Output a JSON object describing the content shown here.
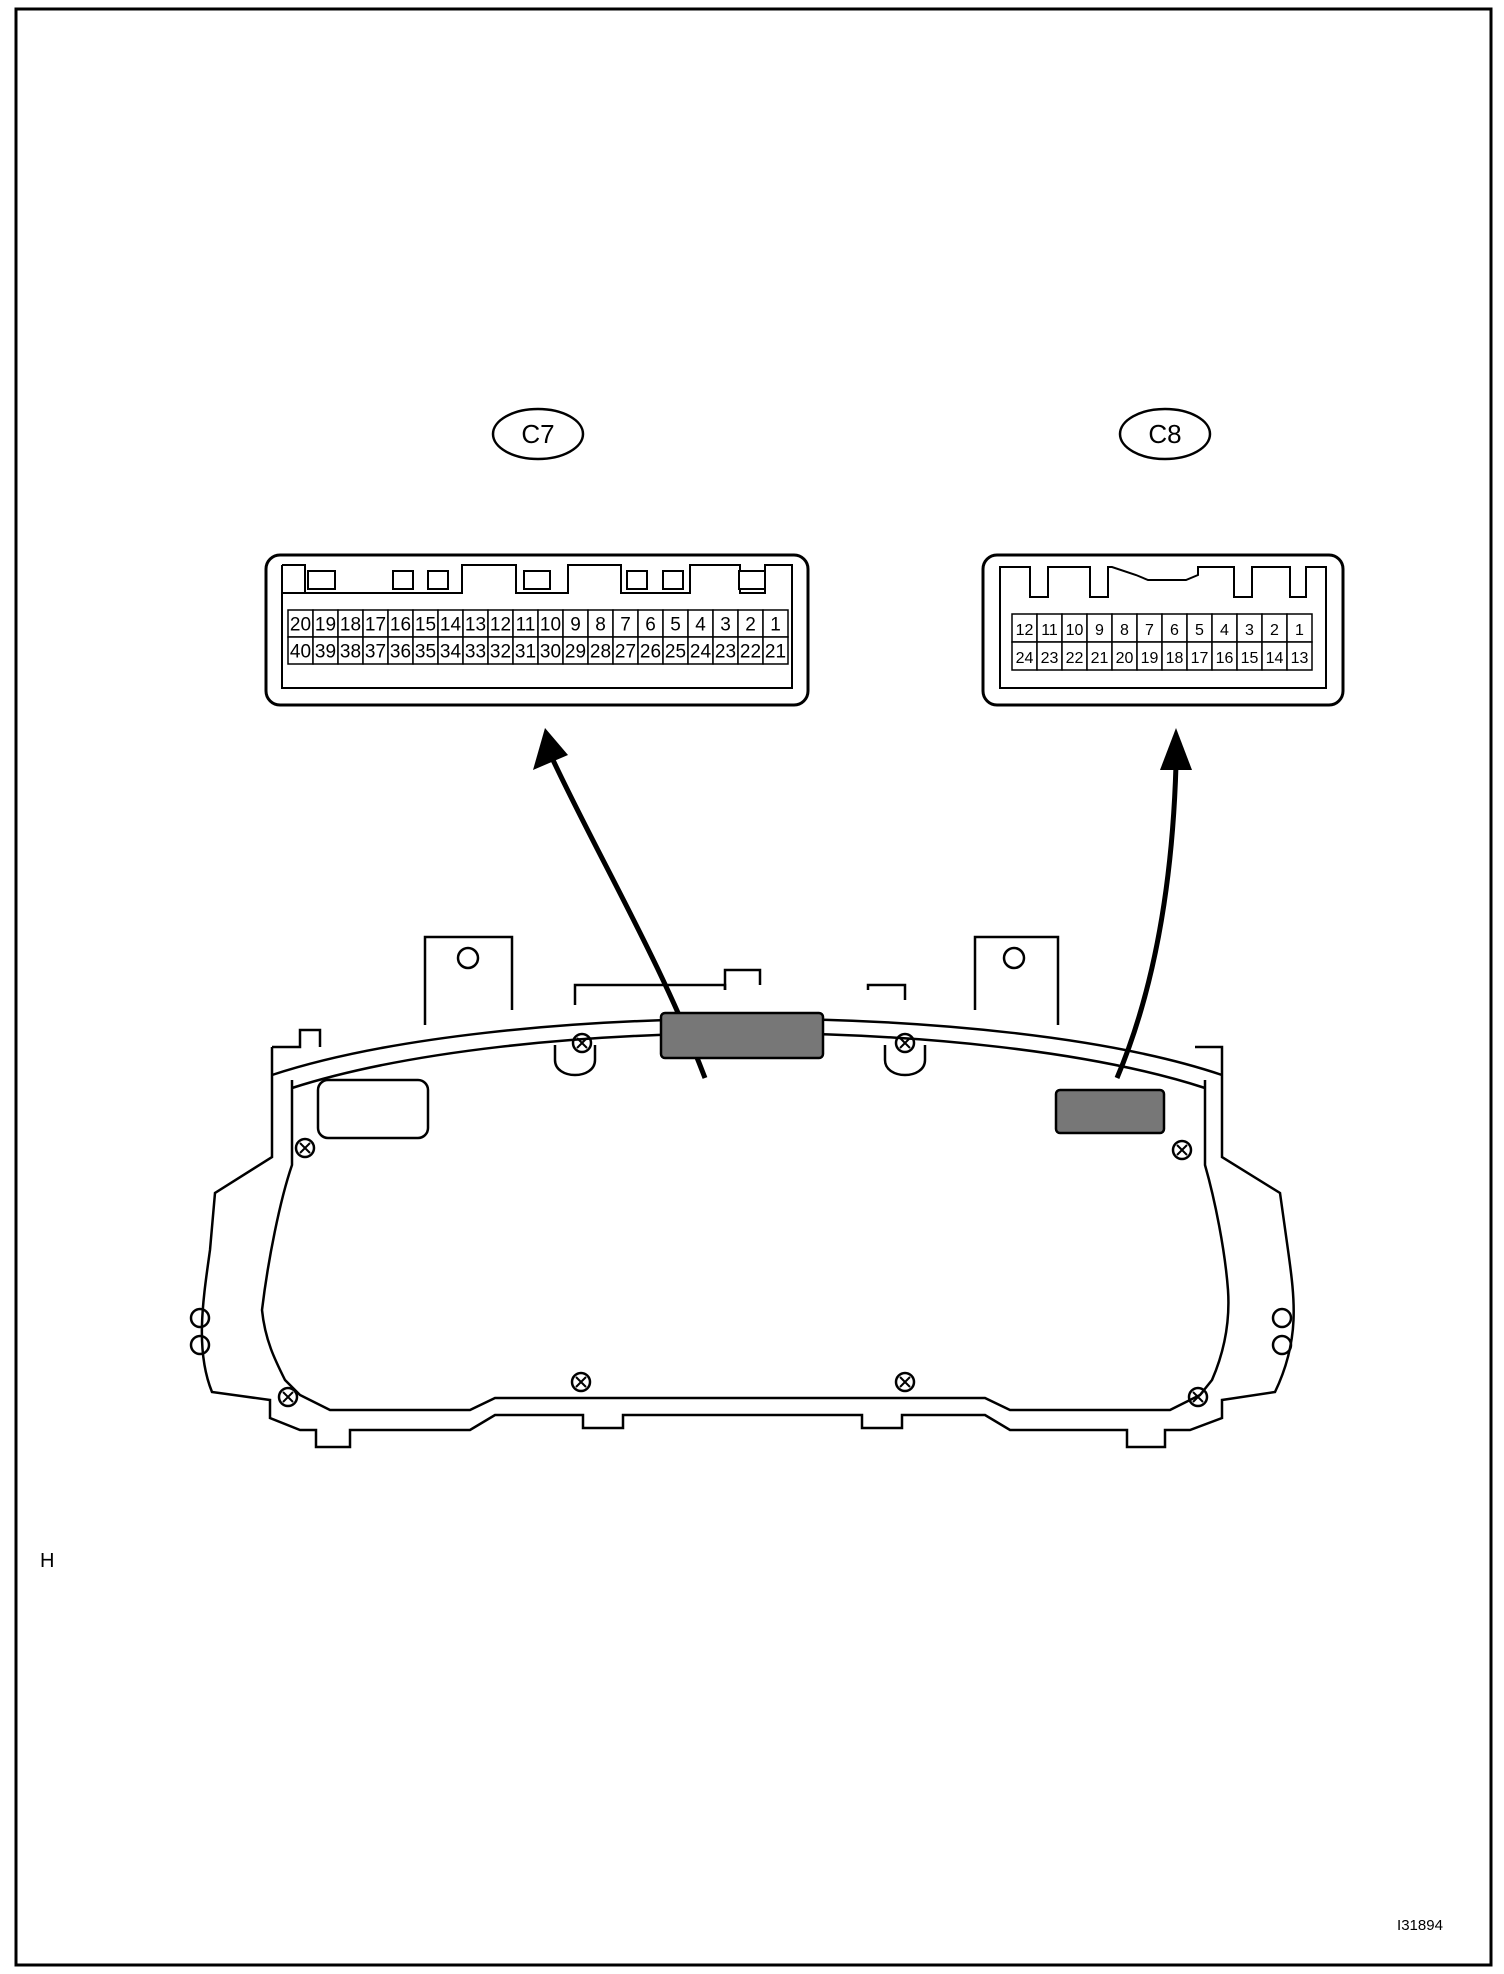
{
  "connectors": [
    {
      "id": "C7",
      "label": "C7",
      "rows": [
        [
          "20",
          "19",
          "18",
          "17",
          "16",
          "15",
          "14",
          "13",
          "12",
          "11",
          "10",
          "9",
          "8",
          "7",
          "6",
          "5",
          "4",
          "3",
          "2",
          "1"
        ],
        [
          "40",
          "39",
          "38",
          "37",
          "36",
          "35",
          "34",
          "33",
          "32",
          "31",
          "30",
          "29",
          "28",
          "27",
          "26",
          "25",
          "24",
          "23",
          "22",
          "21"
        ]
      ]
    },
    {
      "id": "C8",
      "label": "C8",
      "rows": [
        [
          "12",
          "11",
          "10",
          "9",
          "8",
          "7",
          "6",
          "5",
          "4",
          "3",
          "2",
          "1"
        ],
        [
          "24",
          "23",
          "22",
          "21",
          "20",
          "19",
          "18",
          "17",
          "16",
          "15",
          "14",
          "13"
        ]
      ]
    }
  ],
  "side_letter": "H",
  "figure_id": "I31894",
  "colors": {
    "ink": "#000000",
    "connector_fill": "#777777"
  }
}
